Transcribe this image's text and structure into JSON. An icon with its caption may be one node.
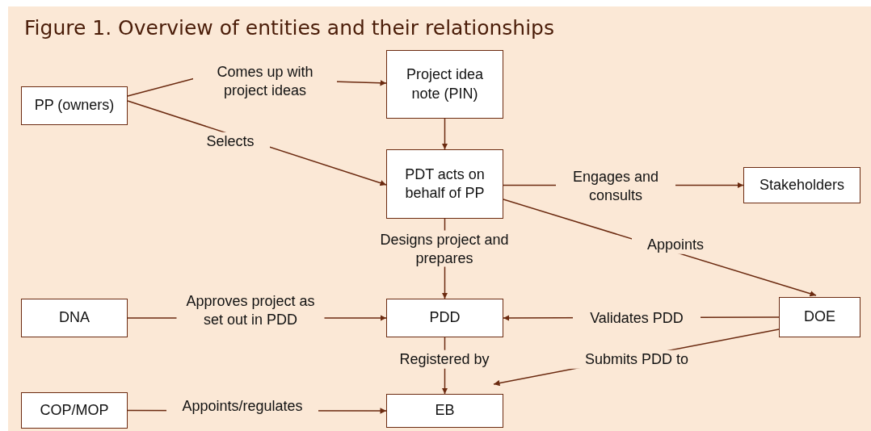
{
  "diagram": {
    "title": "Figure 1. Overview of entities and their relationships",
    "nodes": [
      {
        "text": [
          "PP (owners)"
        ]
      },
      {
        "text": [
          "Project idea note (PIN)"
        ]
      },
      {
        "text": [
          "PDT acts on behalf of PP"
        ]
      },
      {
        "text": [
          "Stakeholders"
        ]
      },
      {
        "text": [
          "PDD"
        ]
      },
      {
        "text": [
          "DNA"
        ]
      },
      {
        "text": [
          "DOE"
        ]
      },
      {
        "text": [
          "COP/MOP"
        ]
      },
      {
        "text": [
          "EB"
        ]
      }
    ],
    "edges": [
      {
        "from": 0,
        "to": 1,
        "arrow": "to",
        "label": "Comes up with project ideas"
      },
      {
        "from": 1,
        "to": 2,
        "arrow": "to"
      },
      {
        "from": 0,
        "to": 2,
        "arrow": "to",
        "label": "Selects"
      },
      {
        "from": 2,
        "to": 3,
        "arrow": "to",
        "label": "Engages and consults"
      },
      {
        "from": 2,
        "to": 6,
        "arrow": "to",
        "label": "Appoints"
      },
      {
        "from": 2,
        "to": 4,
        "arrow": "to",
        "label": "Designs project and prepares"
      },
      {
        "from": 5,
        "to": 4,
        "arrow": "to",
        "label": "Approves project as set out in PDD"
      },
      {
        "from": 6,
        "to": 4,
        "arrow": "to",
        "label": "Validates PDD"
      },
      {
        "from": 4,
        "to": 8,
        "arrow": "to",
        "label": "Registered by"
      },
      {
        "from": 6,
        "to": 8,
        "arrow": "to",
        "label": "Submits PDD to"
      },
      {
        "from": 7,
        "to": 8,
        "arrow": "to",
        "label": "Appoints/regulates"
      }
    ]
  }
}
